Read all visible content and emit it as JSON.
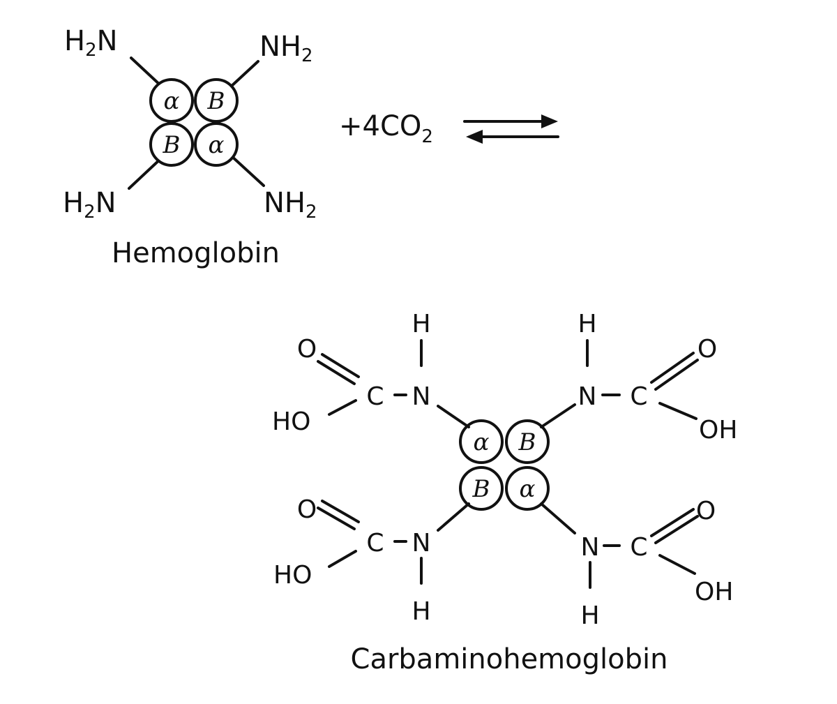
{
  "reactant": {
    "name": "Hemoglobin",
    "subunits": [
      "α",
      "B",
      "B",
      "α"
    ],
    "groups": {
      "amine_left": {
        "main": "H",
        "sub": "2",
        "tail": "N"
      },
      "amine_right": {
        "main": "NH",
        "sub": "2"
      }
    }
  },
  "reagent": {
    "text": "+4CO",
    "sub": "2"
  },
  "product": {
    "name": "Carbaminohemoglobin",
    "subunits": [
      "α",
      "B",
      "B",
      "α"
    ],
    "atoms": {
      "H": "H",
      "N": "N",
      "C": "C",
      "O": "O",
      "HO": "HO",
      "OH": "OH"
    }
  }
}
